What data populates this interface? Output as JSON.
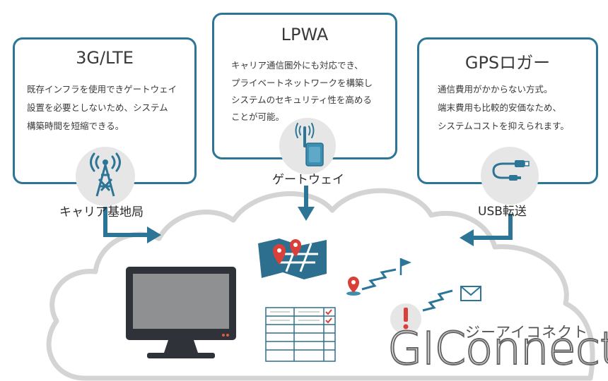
{
  "boxes": {
    "lte": {
      "title": "3G/LTE",
      "lines": [
        "既存インフラを使用できゲートウェイ",
        "設置を必要としないため、システム",
        "構築時間を短縮できる。"
      ],
      "icon": "cell-tower-icon",
      "label": "キャリア基地局"
    },
    "lpwa": {
      "title": "LPWA",
      "lines": [
        "キャリア通信圏外にも対応でき、",
        "プライベートネットワークを構築し",
        "システムのセキュリティ性を高める",
        "ことが可能。"
      ],
      "icon": "gateway-device-icon",
      "label": "ゲートウェイ"
    },
    "gps": {
      "title": "GPSロガー",
      "lines": [
        "通信費用がかからない方式。",
        "端末費用も比較的安価なため、",
        "システムコストを抑えられます。"
      ],
      "icon": "usb-cable-icon",
      "label": "USB転送"
    }
  },
  "brand": {
    "kana": "ジーアイコネクト",
    "name": "GIConnect"
  },
  "cloud_icons": [
    "desktop-monitor-icon",
    "map-pins-icon",
    "location-pin-flag-icon",
    "checklist-table-icon",
    "alert-icon",
    "mail-icon"
  ],
  "colors": {
    "accent": "#2d7596",
    "pin_red": "#d9403a",
    "cloud_outline": "#d4d4d4",
    "icon_bg": "#e6e6e6"
  }
}
